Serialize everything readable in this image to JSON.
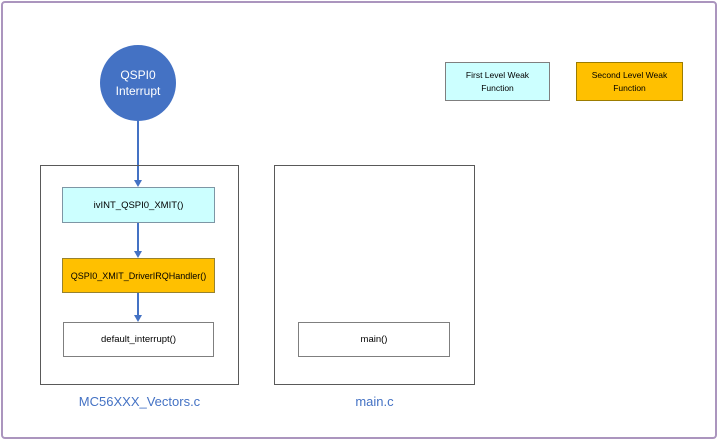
{
  "diagram": {
    "interrupt_node": {
      "label": "QSPI0 Interrupt"
    },
    "vectors_container": {
      "file_label": "MC56XXX_Vectors.c",
      "first_level_box": "ivINT_QSPI0_XMIT()",
      "second_level_box": "QSPI0_XMIT_DriverIRQHandler()",
      "default_box": "default_interrupt()"
    },
    "main_container": {
      "file_label": "main.c",
      "main_box": "main()"
    },
    "legend": {
      "first_level": {
        "label": "First Level Weak Function"
      },
      "second_level": {
        "label": "Second Level Weak Function"
      }
    },
    "colors": {
      "node_blue": "#4472c4",
      "arrow_blue": "#4472c4",
      "file_label_blue": "#4472c4",
      "first_level_cyan": "#ccffff",
      "second_level_orange": "#ffc000",
      "container_border_gray": "#595959",
      "frame_purple": "#ab95be"
    }
  }
}
